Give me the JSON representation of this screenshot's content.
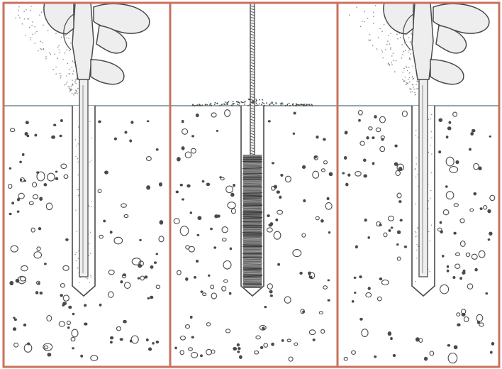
{
  "colors": {
    "frame": "#c9715c",
    "ground_line": "#6f8796",
    "ink": "#4a4a4a",
    "light_ink": "#8a8a8a",
    "fill": "#eeeeee",
    "brush": "#3c3c3c"
  },
  "panels": [
    {
      "name": "panel-blow-out-hole",
      "tool": "spray-nozzle",
      "hole_content": "dust"
    },
    {
      "name": "panel-brush-hole",
      "tool": "wire-brush",
      "hole_content": "brush-bristles"
    },
    {
      "name": "panel-blow-out-hole-again",
      "tool": "spray-nozzle",
      "hole_content": "dust"
    }
  ]
}
